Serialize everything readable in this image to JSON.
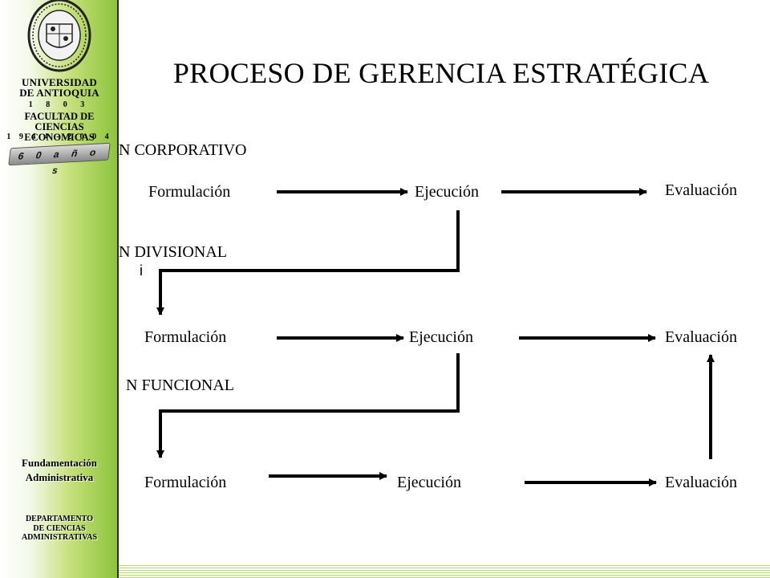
{
  "sidebar": {
    "university": "UNIVERSIDAD\nDE ANTIOQUIA",
    "university_year": "1 8 0 3",
    "faculty": "FACULTAD DE\nCIENCIAS ECONOMICAS",
    "faculty_years": "1 9 4 4 - 2 0 0 4",
    "anniversary": "6 0  a ñ o s",
    "course": "Fundamentación\nAdministrativa",
    "department": "DEPARTAMENTO\nDE CIENCIAS\nADMINISTRATIVAS",
    "colors": {
      "green": "#8cc43a",
      "light_green": "#c6e07c"
    }
  },
  "title": "PROCESO DE GERENCIA ESTRATÉGICA",
  "levels": {
    "corporate": "N CORPORATIVO",
    "divisional": "N DIVISIONAL",
    "divisional_mark": "i",
    "functional": "N FUNCIONAL"
  },
  "rows": [
    {
      "formulation": "Formulación",
      "execution": "Ejecución",
      "evaluation": "Evaluación"
    },
    {
      "formulation": "Formulación",
      "execution": "Ejecución",
      "evaluation": "Evaluación"
    },
    {
      "formulation": "Formulación",
      "execution": "Ejecución",
      "evaluation": "Evaluación"
    }
  ]
}
